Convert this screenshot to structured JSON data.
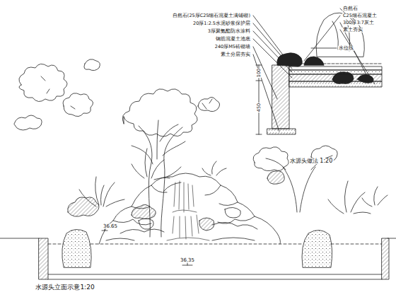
{
  "diagram": {
    "labels": [
      "自然石(25厚C25细石混凝土满铺砌)",
      "20厚1:2.5水泥砂浆保护层",
      "3厚聚氨酯防水涂料",
      "钢筋混凝土池底",
      "240厚M5砖砌墙",
      "素土分层夯实",
      "自然石",
      "C25细石混凝土",
      "300厚3:7灰土",
      "素土夯实",
      "水位线",
      "100",
      "450",
      "水源头做法 1:20",
      "36.65",
      "36.35",
      "水源头立面示意1:20"
    ]
  }
}
